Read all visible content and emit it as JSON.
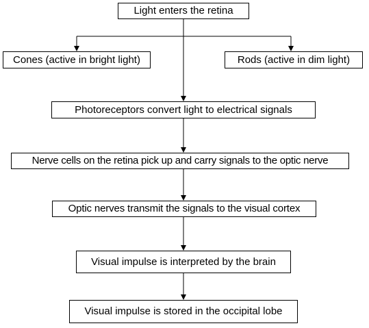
{
  "diagram": {
    "nodes": {
      "retina": "Light enters the retina",
      "cones": "Cones (active in bright light)",
      "rods": "Rods (active in dim light)",
      "photoreceptors": "Photoreceptors convert light to electrical signals",
      "nerve_cells": "Nerve cells on the retina pick up and carry signals to the optic nerve",
      "optic_nerves": "Optic nerves transmit the signals to the visual cortex",
      "interpreted": "Visual impulse is interpreted by the brain",
      "stored": "Visual impulse is stored in the occipital lobe"
    },
    "edges": [
      {
        "from": "retina",
        "to": "cones"
      },
      {
        "from": "retina",
        "to": "rods"
      },
      {
        "from": "retina",
        "to": "photoreceptors"
      },
      {
        "from": "photoreceptors",
        "to": "nerve_cells"
      },
      {
        "from": "nerve_cells",
        "to": "optic_nerves"
      },
      {
        "from": "optic_nerves",
        "to": "interpreted"
      },
      {
        "from": "interpreted",
        "to": "stored"
      }
    ],
    "colors": {
      "line": "#000000",
      "box_border": "#000000",
      "text": "#000000",
      "background": "#ffffff"
    }
  }
}
